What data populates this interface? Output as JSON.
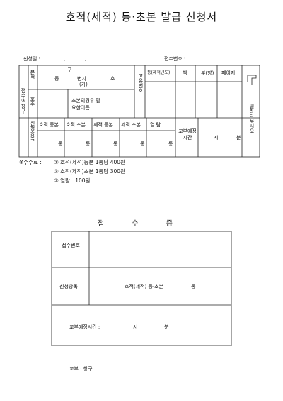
{
  "title": "호적(제적) 등·초본 발급 신청서",
  "apply_date_label": "신청일 :",
  "apply_date_dots": [
    ",",
    ",",
    "."
  ],
  "receipt_no_label": "접수번호 :",
  "side_label": "접수⑨창구",
  "header": {
    "bon": "본적",
    "dong": "동",
    "gu": "구",
    "beonji": "번지",
    "ga": "(가)",
    "ho_suffix": "호",
    "goyu": "고유번호",
    "dong_jecheok": "동(제적년도)",
    "chaek": "책",
    "bu": "부(향)",
    "page": "페이지"
  },
  "hoju": "호주",
  "chobon_note": "초본의경우 필요한이름",
  "sincheong": "신청종목",
  "items": [
    "호적 등본",
    "호적 초본",
    "제적 등본",
    "제적 초본",
    "열 람"
  ],
  "tong": "통",
  "gyobu": "교부예정시간",
  "si": "시",
  "bun": "분",
  "right_vertical": "일라다무시오",
  "fee_title": "※수수료 :",
  "fees": [
    "① 호적(제적)등본 1통당 400원",
    "② 호적(제적)초본 1통당 300원",
    "③ 열람 : 100원"
  ],
  "receipt": {
    "title": "접 수 증",
    "receipt_no": "접수번호",
    "items_label": "신청항목",
    "items_value": "호적(제적) 등·초본",
    "tong": "통",
    "time_label": "교부예정시간 :",
    "si": "시",
    "bun": "분"
  },
  "footer": "교부 : 창구"
}
